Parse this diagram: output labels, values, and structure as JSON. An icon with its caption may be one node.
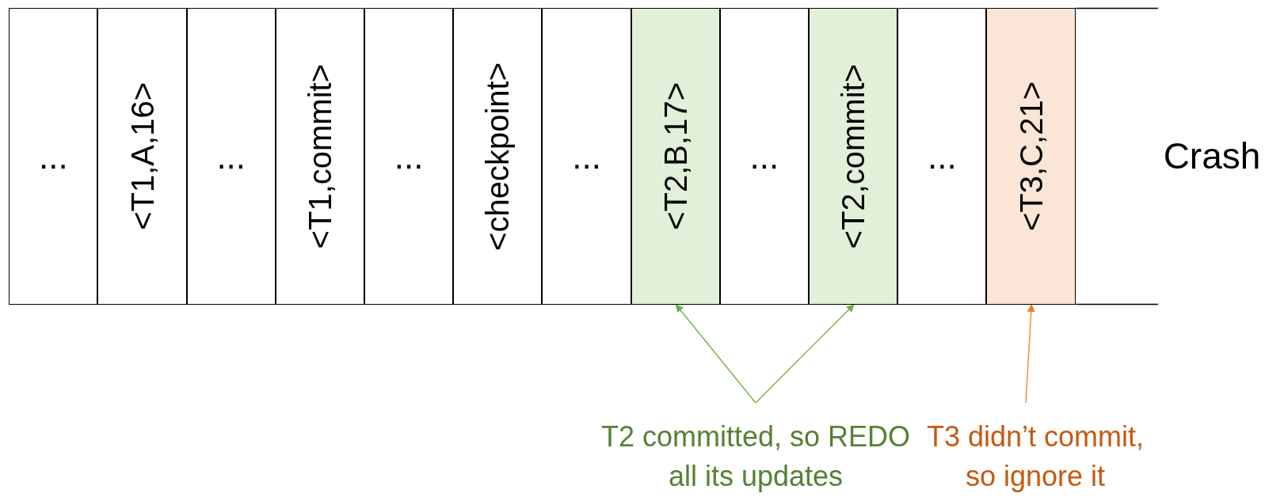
{
  "diagram": {
    "nodes": [
      {
        "text": [
          "..."
        ]
      },
      {
        "text": [
          "<T1,A,16>"
        ]
      },
      {
        "text": [
          "..."
        ]
      },
      {
        "text": [
          "<T1,commit>"
        ]
      },
      {
        "text": [
          "..."
        ]
      },
      {
        "text": [
          "<checkpoint>"
        ]
      },
      {
        "text": [
          "..."
        ]
      },
      {
        "text": [
          "<T2,B,17>"
        ]
      },
      {
        "text": [
          "..."
        ]
      },
      {
        "text": [
          "<T2,commit>"
        ]
      },
      {
        "text": [
          "..."
        ]
      },
      {
        "text": [
          "<T3,C,21>"
        ]
      },
      {
        "text": [
          "Crash"
        ]
      },
      {
        "text": [
          "T2 committed, so REDO all its updates"
        ]
      },
      {
        "text": [
          "T3 didn’t commit, so ignore it"
        ]
      }
    ],
    "edges": [
      {
        "from": 13,
        "to": 7,
        "arrow": "to",
        "color": "#70ad47"
      },
      {
        "from": 13,
        "to": 9,
        "arrow": "to",
        "color": "#70ad47"
      },
      {
        "from": 14,
        "to": 11,
        "arrow": "to",
        "color": "#ed7d31"
      }
    ]
  }
}
